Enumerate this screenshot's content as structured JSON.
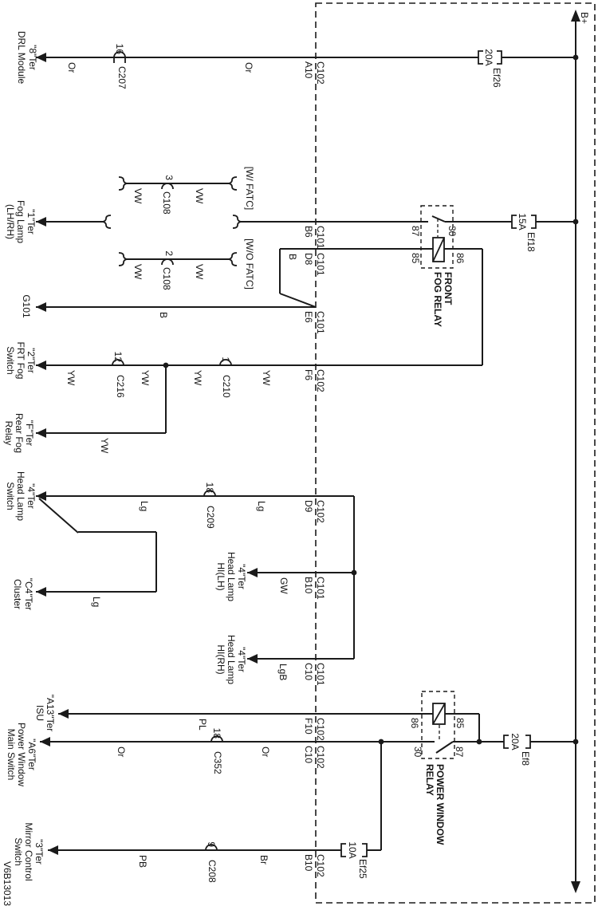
{
  "title_block": {
    "diagram_id": "V6B13013"
  },
  "bus": {
    "label": "B+"
  },
  "fuses": {
    "ef26": {
      "rating": "20A",
      "name": "Ef26"
    },
    "ef18": {
      "rating": "15A",
      "name": "Ef18"
    },
    "ef8": {
      "rating": "20A",
      "name": "Ef8"
    },
    "ef25": {
      "rating": "10A",
      "name": "Ef25"
    }
  },
  "relays": {
    "front_fog": {
      "line1": "FRONT",
      "line2": "FOG RELAY",
      "t87": "87",
      "t30": "30",
      "t85": "85",
      "t86": "86"
    },
    "power_window": {
      "line1": "POWER WINDOW",
      "line2": "RELAY",
      "t86": "86",
      "t85": "85",
      "t30": "30",
      "t87": "87"
    }
  },
  "components": {
    "drl": {
      "l1": "\"8\"Ter",
      "l2": "DRL Module"
    },
    "fog_lamp": {
      "l1": "\"1\"Ter",
      "l2": "Fog Lamp",
      "l3": "(LH/RH)"
    },
    "ground": {
      "l1": "G101"
    },
    "frt_fog_switch": {
      "l1": "\"2\"Ter",
      "l2": "FRT Fog",
      "l3": "Switch"
    },
    "rear_fog_relay": {
      "l1": "\"F\"Ter",
      "l2": "Rear Fog",
      "l3": "Relay"
    },
    "head_lamp_switch": {
      "l1": "\"4\"Ter",
      "l2": "Head Lamp",
      "l3": "Switch"
    },
    "cluster": {
      "l1": "\"C4\"Ter",
      "l2": "Cluster"
    },
    "head_lamp_hi_lh": {
      "l1": "\"4\"Ter",
      "l2": "Head Lamp",
      "l3": "HI(LH)"
    },
    "head_lamp_hi_rh": {
      "l1": "\"4\"Ter",
      "l2": "Head Lamp",
      "l3": "HI(RH)"
    },
    "isu": {
      "l1": "\"A13\"Ter",
      "l2": "ISU"
    },
    "pw_main_switch": {
      "l1": "\"A6\"Ter",
      "l2": "Power Window",
      "l3": "Main Switch"
    },
    "mirror_switch": {
      "l1": "\"3\"Ter",
      "l2": "Mirror Control",
      "l3": "Switch"
    }
  },
  "bulkhead_pins": {
    "a10": {
      "pin": "A10",
      "conn": "C102"
    },
    "b6": {
      "pin": "B6",
      "conn": "C101"
    },
    "d8": {
      "pin": "D8",
      "conn": "C101"
    },
    "e6": {
      "pin": "E6",
      "conn": "C101"
    },
    "f6": {
      "pin": "F6",
      "conn": "C102"
    },
    "d9": {
      "pin": "D9",
      "conn": "C102"
    },
    "b10": {
      "pin": "B10",
      "conn": "C101"
    },
    "c10": {
      "pin": "C10",
      "conn": "C101"
    },
    "f10": {
      "pin": "F10",
      "conn": "C102"
    },
    "c10b": {
      "pin": "C10",
      "conn": "C102"
    },
    "b10b": {
      "pin": "B10",
      "conn": "C102"
    }
  },
  "inline_connectors": {
    "c207": {
      "pin": "16",
      "name": "C207"
    },
    "c108a": {
      "pin": "3",
      "name": "C108"
    },
    "c108b": {
      "pin": "2",
      "name": "C108"
    },
    "c216": {
      "pin": "12",
      "name": "C216"
    },
    "c210": {
      "pin": "1",
      "name": "C210"
    },
    "c209": {
      "pin": "18",
      "name": "C209"
    },
    "c352": {
      "pin": "18",
      "name": "C352"
    },
    "c208": {
      "pin": "9",
      "name": "C208"
    }
  },
  "wire_colors": {
    "or1": "Or",
    "or2": "Or",
    "vw1": "VW",
    "vw2": "VW",
    "vw3": "VW",
    "vw4": "VW",
    "b1": "B",
    "b2": "B",
    "yw1": "YW",
    "yw2": "YW",
    "yw3": "YW",
    "yw4": "YW",
    "yw5": "YW",
    "lg1": "Lg",
    "lg2": "Lg",
    "lg3": "Lg",
    "gw": "GW",
    "lgb": "LgB",
    "pl": "PL",
    "or3": "Or",
    "or4": "Or",
    "pb": "PB",
    "br": "Br"
  },
  "options": {
    "w_fatc": "[W/ FATC]",
    "wo_fatc": "[W/O FATC]"
  },
  "colors": {
    "line": "#1a1a1a",
    "background": "#ffffff"
  }
}
